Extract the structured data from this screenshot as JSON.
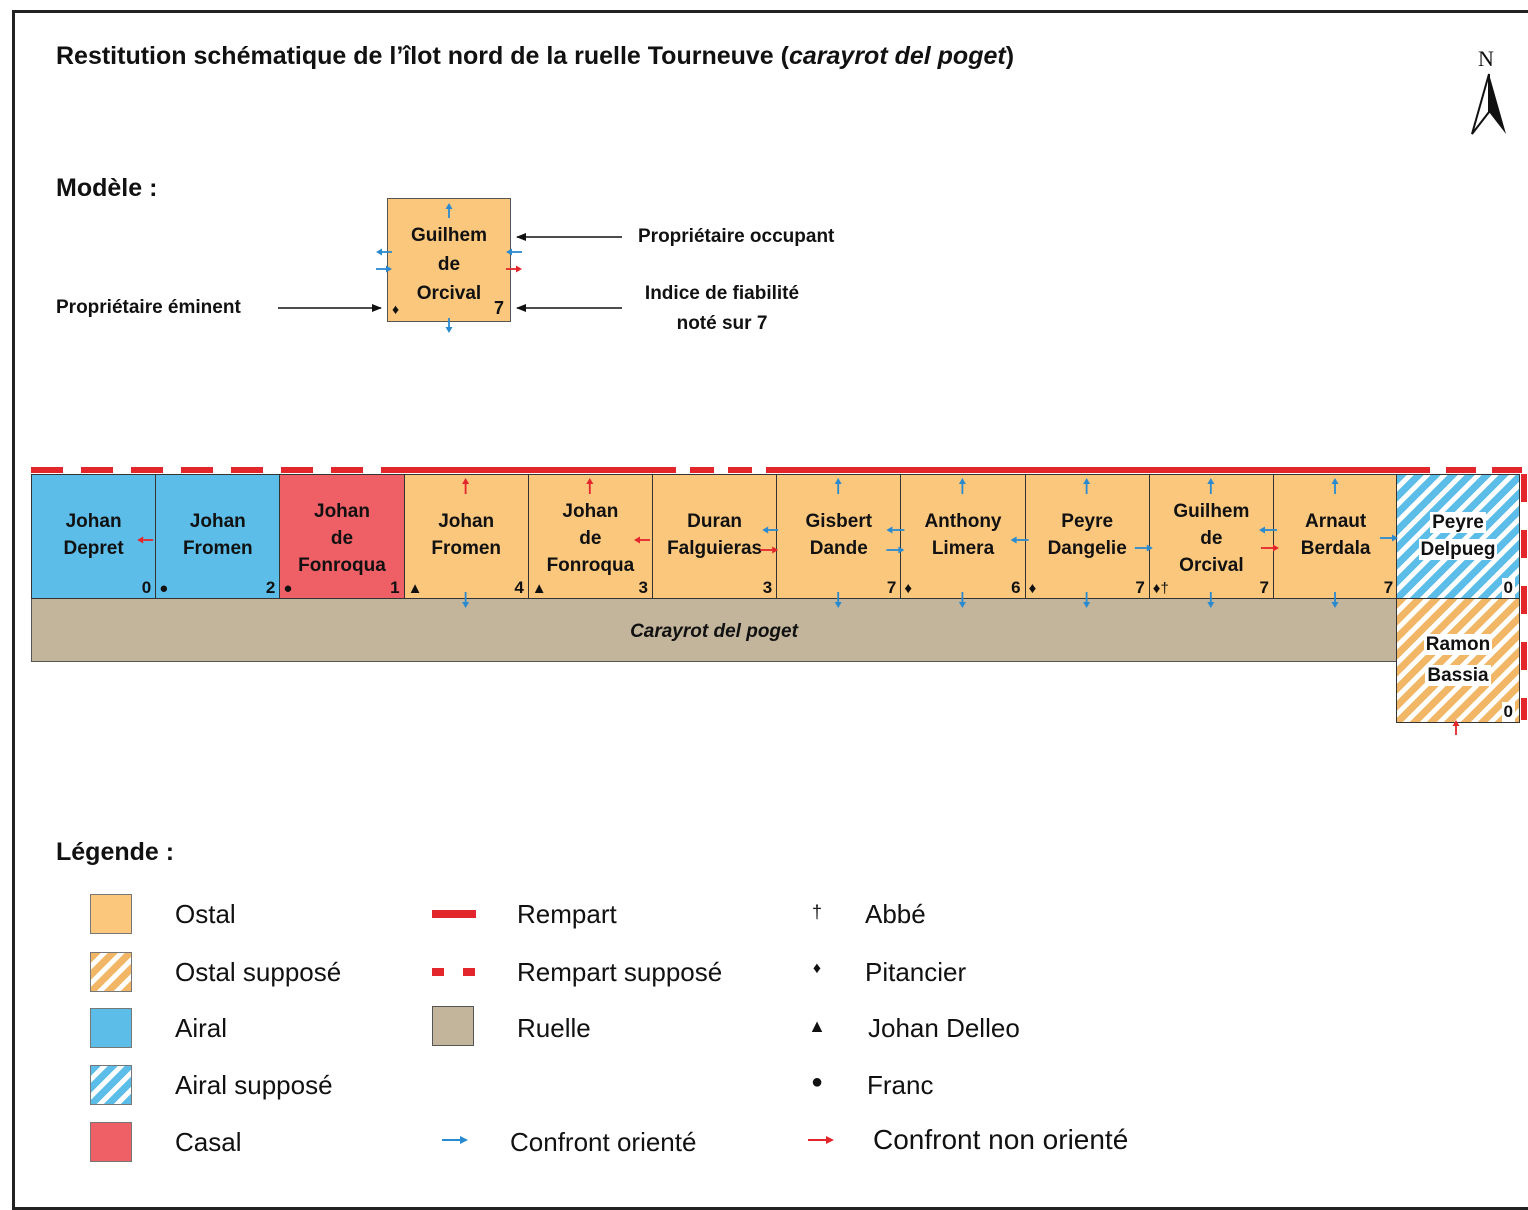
{
  "title_main": "Restitution schématique de l’îlot nord de la ruelle Tourneuve (",
  "title_em": "carayrot del poget",
  "title_end": ")",
  "north": "N",
  "model": {
    "heading": "Modèle :",
    "name_lines": [
      "Guilhem",
      "de",
      "Orcival"
    ],
    "index": "7",
    "symbol": "♦",
    "occupant_label": "Propriétaire occupant",
    "eminent_label": "Propriétaire éminent",
    "reliability_label_1": "Indice de fiabilité",
    "reliability_label_2": "noté sur 7"
  },
  "parcels": [
    {
      "name": [
        "Johan",
        "Depret"
      ],
      "index": "0",
      "symbol": "",
      "type": "airal",
      "color": "#5bbde8"
    },
    {
      "name": [
        "Johan",
        "Fromen"
      ],
      "index": "2",
      "symbol": "●",
      "type": "airal",
      "color": "#5bbde8"
    },
    {
      "name": [
        "Johan",
        "de",
        "Fonroqua"
      ],
      "index": "1",
      "symbol": "●",
      "type": "casal",
      "color": "#ef5f66"
    },
    {
      "name": [
        "Johan",
        "Fromen"
      ],
      "index": "4",
      "symbol": "▲",
      "type": "ostal",
      "color": "#fbc77c"
    },
    {
      "name": [
        "Johan",
        "de",
        "Fonroqua"
      ],
      "index": "3",
      "symbol": "▲",
      "type": "ostal",
      "color": "#fbc77c"
    },
    {
      "name": [
        "Duran",
        "Falguieras"
      ],
      "index": "3",
      "symbol": "",
      "type": "ostal",
      "color": "#fbc77c"
    },
    {
      "name": [
        "Gisbert",
        "Dande"
      ],
      "index": "7",
      "symbol": "",
      "type": "ostal",
      "color": "#fbc77c"
    },
    {
      "name": [
        "Anthony",
        "Limera"
      ],
      "index": "6",
      "symbol": "♦",
      "type": "ostal",
      "color": "#fbc77c"
    },
    {
      "name": [
        "Peyre",
        "Dangelie"
      ],
      "index": "7",
      "symbol": "♦",
      "type": "ostal",
      "color": "#fbc77c"
    },
    {
      "name": [
        "Guilhem",
        "de",
        "Orcival"
      ],
      "index": "7",
      "symbol": "♦†",
      "type": "ostal",
      "color": "#fbc77c"
    },
    {
      "name": [
        "Arnaut",
        "Berdala"
      ],
      "index": "7",
      "symbol": "",
      "type": "ostal",
      "color": "#fbc77c"
    }
  ],
  "side_parcels": [
    {
      "name": [
        "Peyre",
        "Delpueg"
      ],
      "index": "0",
      "type": "airal_suppose"
    },
    {
      "name": [
        "Ramon",
        "Bassia"
      ],
      "index": "0",
      "type": "ostal_suppose"
    }
  ],
  "street_label": "Carayrot del poget",
  "legend": {
    "heading": "Légende :",
    "ostal": "Ostal",
    "ostal_suppose": "Ostal supposé",
    "airal": "Airal",
    "airal_suppose": "Airal supposé",
    "casal": "Casal",
    "rempart": "Rempart",
    "rempart_suppose": "Rempart supposé",
    "ruelle": "Ruelle",
    "confront_oriente": "Confront orienté",
    "confront_non_oriente": "Confront non orienté",
    "abbe": "Abbé",
    "abbe_sym": "†",
    "pitancier": "Pitancier",
    "pitancier_sym": "♦",
    "johan_delleo": "Johan Delleo",
    "johan_delleo_sym": "▲",
    "franc": "Franc",
    "franc_sym": "●"
  },
  "colors": {
    "ostal": "#fbc77c",
    "airal": "#5bbde8",
    "casal": "#ef5f66",
    "ruelle": "#c3b59b",
    "rempart": "#e3262b",
    "arrow_oriented": "#2a8ad0",
    "arrow_non_oriented": "#e3262b"
  }
}
